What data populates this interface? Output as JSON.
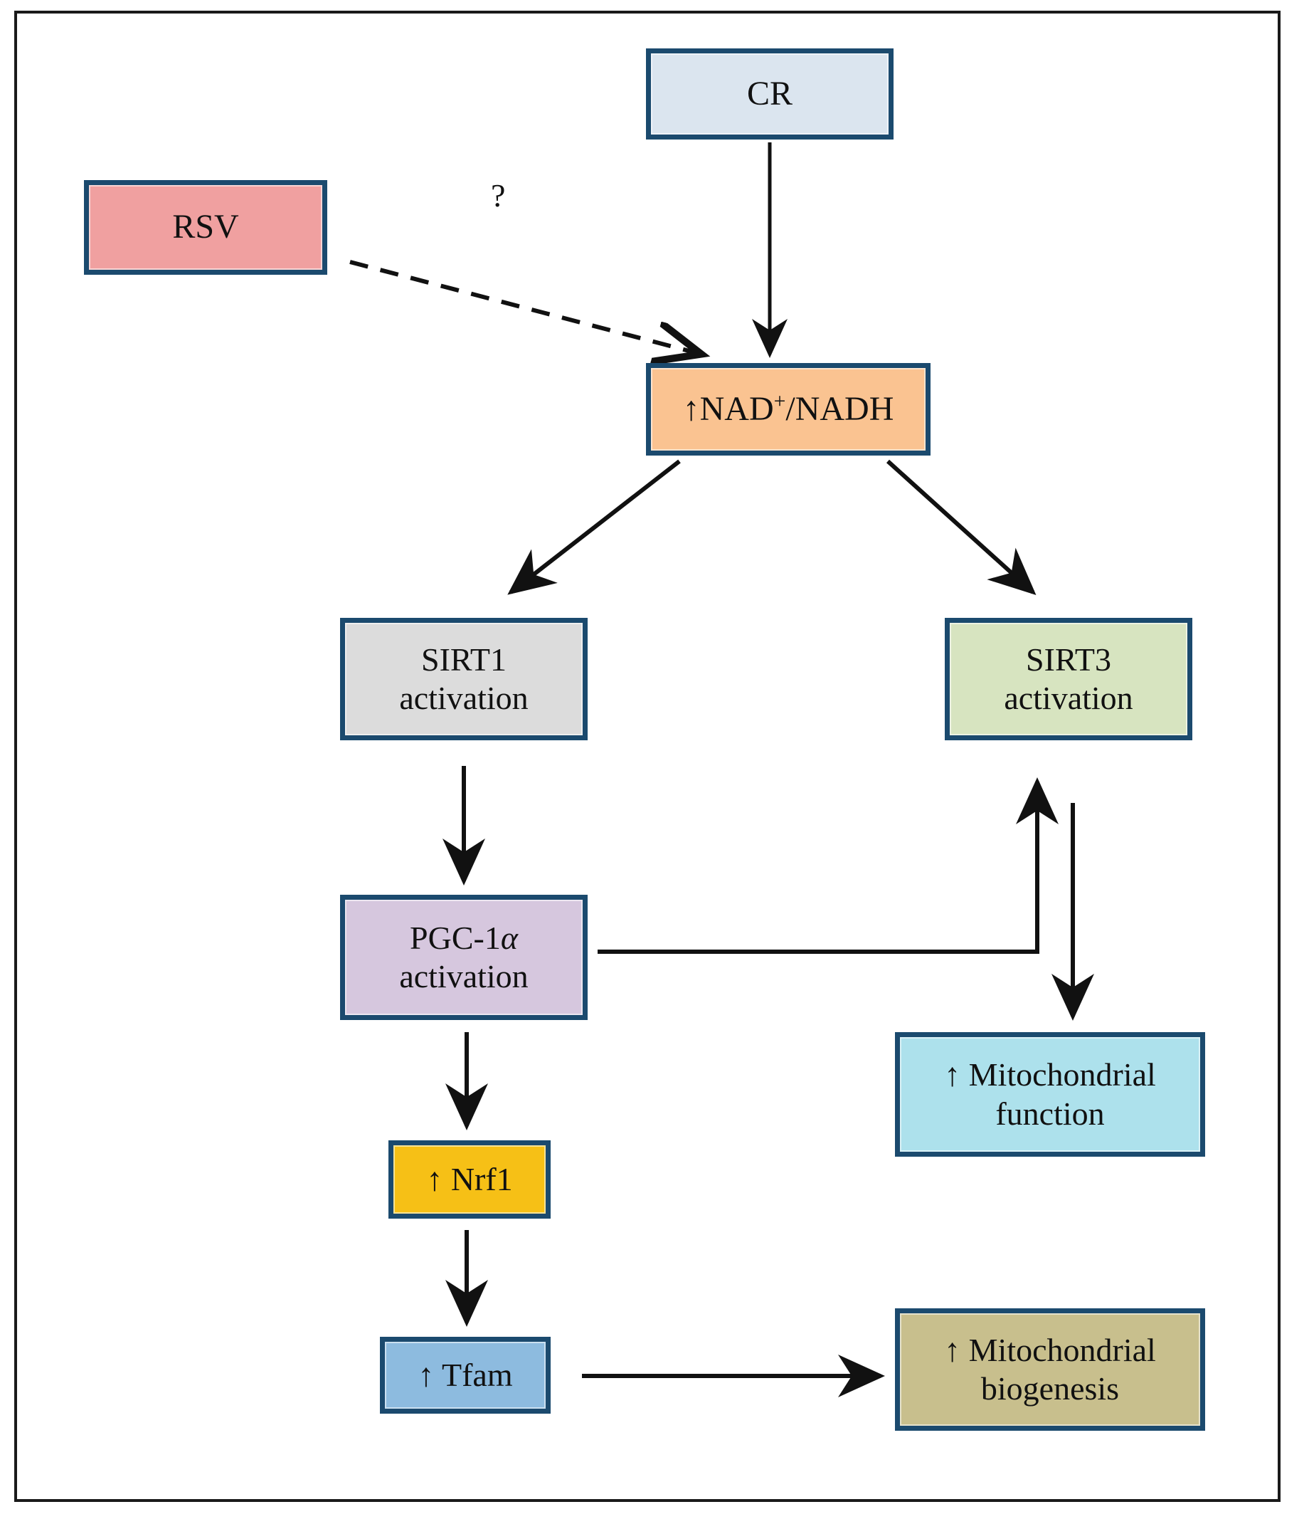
{
  "figure": {
    "type": "flowchart",
    "description": "Pathway diagram linking caloric restriction and resveratrol to mitochondrial biogenesis via NAD+/NADH, sirtuins and PGC-1 alpha",
    "frame_color": "#1a1a1a",
    "node_border_color": "#1b4a6e",
    "edge_color": "#111111"
  },
  "nodes": {
    "cr": {
      "id": "cr",
      "label": "CR",
      "fill": "#dbe5ef"
    },
    "rsv": {
      "id": "rsv",
      "label": "RSV",
      "fill": "#f0a0a0"
    },
    "nad": {
      "id": "nad",
      "label": "↑NAD+/NADH",
      "fill": "#fac391"
    },
    "sirt1": {
      "id": "sirt1",
      "label": "SIRT1\nactivation",
      "fill": "#dcdcdc"
    },
    "sirt3": {
      "id": "sirt3",
      "label": "SIRT3\nactivation",
      "fill": "#d7e4c0"
    },
    "pgc1a": {
      "id": "pgc1a",
      "label": "PGC-1α\nactivation",
      "fill": "#d6c7de"
    },
    "nrf1": {
      "id": "nrf1",
      "label": "↑ Nrf1",
      "fill": "#f6c016"
    },
    "tfam": {
      "id": "tfam",
      "label": "↑ Tfam",
      "fill": "#8dbbdf"
    },
    "mitofunc": {
      "id": "mitofunc",
      "label": "↑ Mitochondrial\nfunction",
      "fill": "#ade1ec"
    },
    "mitobio": {
      "id": "mitobio",
      "label": "↑ Mitochondrial\nbiogenesis",
      "fill": "#c8bf8d"
    }
  },
  "annotations": {
    "uncertainty_marker": "?"
  },
  "edges": [
    {
      "from": "cr",
      "to": "nad",
      "style": "solid",
      "arrow": "filled"
    },
    {
      "from": "rsv",
      "to": "nad",
      "style": "dashed",
      "arrow": "open",
      "label": "?"
    },
    {
      "from": "nad",
      "to": "sirt1",
      "style": "solid",
      "arrow": "filled"
    },
    {
      "from": "nad",
      "to": "sirt3",
      "style": "solid",
      "arrow": "filled"
    },
    {
      "from": "sirt1",
      "to": "pgc1a",
      "style": "solid",
      "arrow": "filled"
    },
    {
      "from": "pgc1a",
      "to": "sirt3",
      "style": "solid",
      "arrow": "filled",
      "routing": "elbow"
    },
    {
      "from": "sirt3",
      "to": "mitofunc",
      "style": "solid",
      "arrow": "filled"
    },
    {
      "from": "pgc1a",
      "to": "nrf1",
      "style": "solid",
      "arrow": "filled"
    },
    {
      "from": "nrf1",
      "to": "tfam",
      "style": "solid",
      "arrow": "filled"
    },
    {
      "from": "tfam",
      "to": "mitobio",
      "style": "solid",
      "arrow": "filled"
    }
  ]
}
